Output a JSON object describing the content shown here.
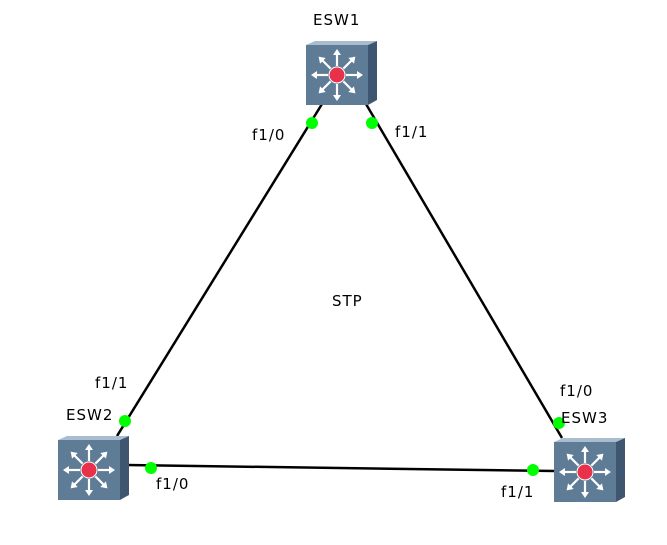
{
  "diagram": {
    "center_label": "STP",
    "link_color": "#000000",
    "port_dot_color": "#00ff00",
    "switch_colors": {
      "front": "#5f7c97",
      "top": "#a9bcd0",
      "side": "#3f5670",
      "arrow": "#ffffff",
      "hub": "#e8314a"
    },
    "switches": [
      {
        "id": "esw1",
        "label": "ESW1"
      },
      {
        "id": "esw2",
        "label": "ESW2"
      },
      {
        "id": "esw3",
        "label": "ESW3"
      }
    ],
    "links": [
      {
        "id": "esw1-esw2",
        "from": "esw1",
        "to": "esw2",
        "from_port": "f1/0",
        "to_port": "f1/1"
      },
      {
        "id": "esw1-esw3",
        "from": "esw1",
        "to": "esw3",
        "from_port": "f1/1",
        "to_port": "f1/0"
      },
      {
        "id": "esw2-esw3",
        "from": "esw2",
        "to": "esw3",
        "from_port": "f1/0",
        "to_port": "f1/1"
      }
    ]
  }
}
